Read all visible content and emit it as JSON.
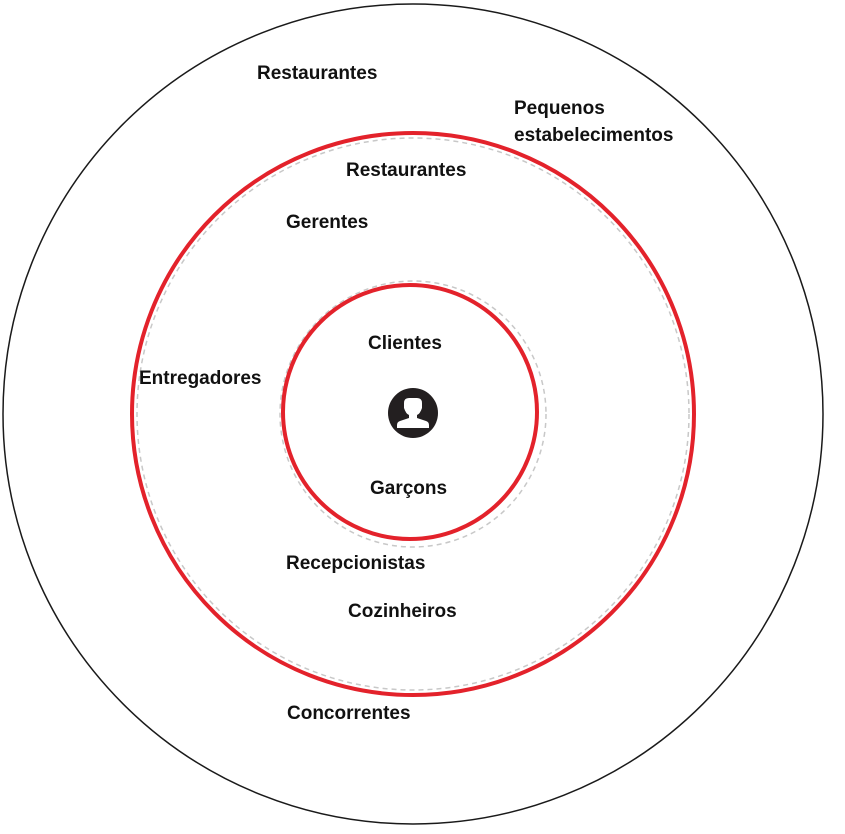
{
  "diagram": {
    "outer_ring": {
      "labels": [
        "Restaurantes",
        "Pequenos estabelecimentos",
        "Concorrentes"
      ]
    },
    "middle_ring": {
      "labels": [
        "Restaurantes",
        "Gerentes",
        "Entregadores",
        "Recepcionistas",
        "Cozinheiros"
      ]
    },
    "inner_ring": {
      "labels": [
        "Clientes",
        "Garçons"
      ]
    },
    "center_icon": "user-icon",
    "colors": {
      "outer_ring": "#1a1a1a",
      "inner_rings": "#e3222b",
      "dashed_rings": "#c8c8c8",
      "icon_background": "#231f20",
      "icon_foreground": "#ffffff",
      "text": "#111111"
    }
  }
}
